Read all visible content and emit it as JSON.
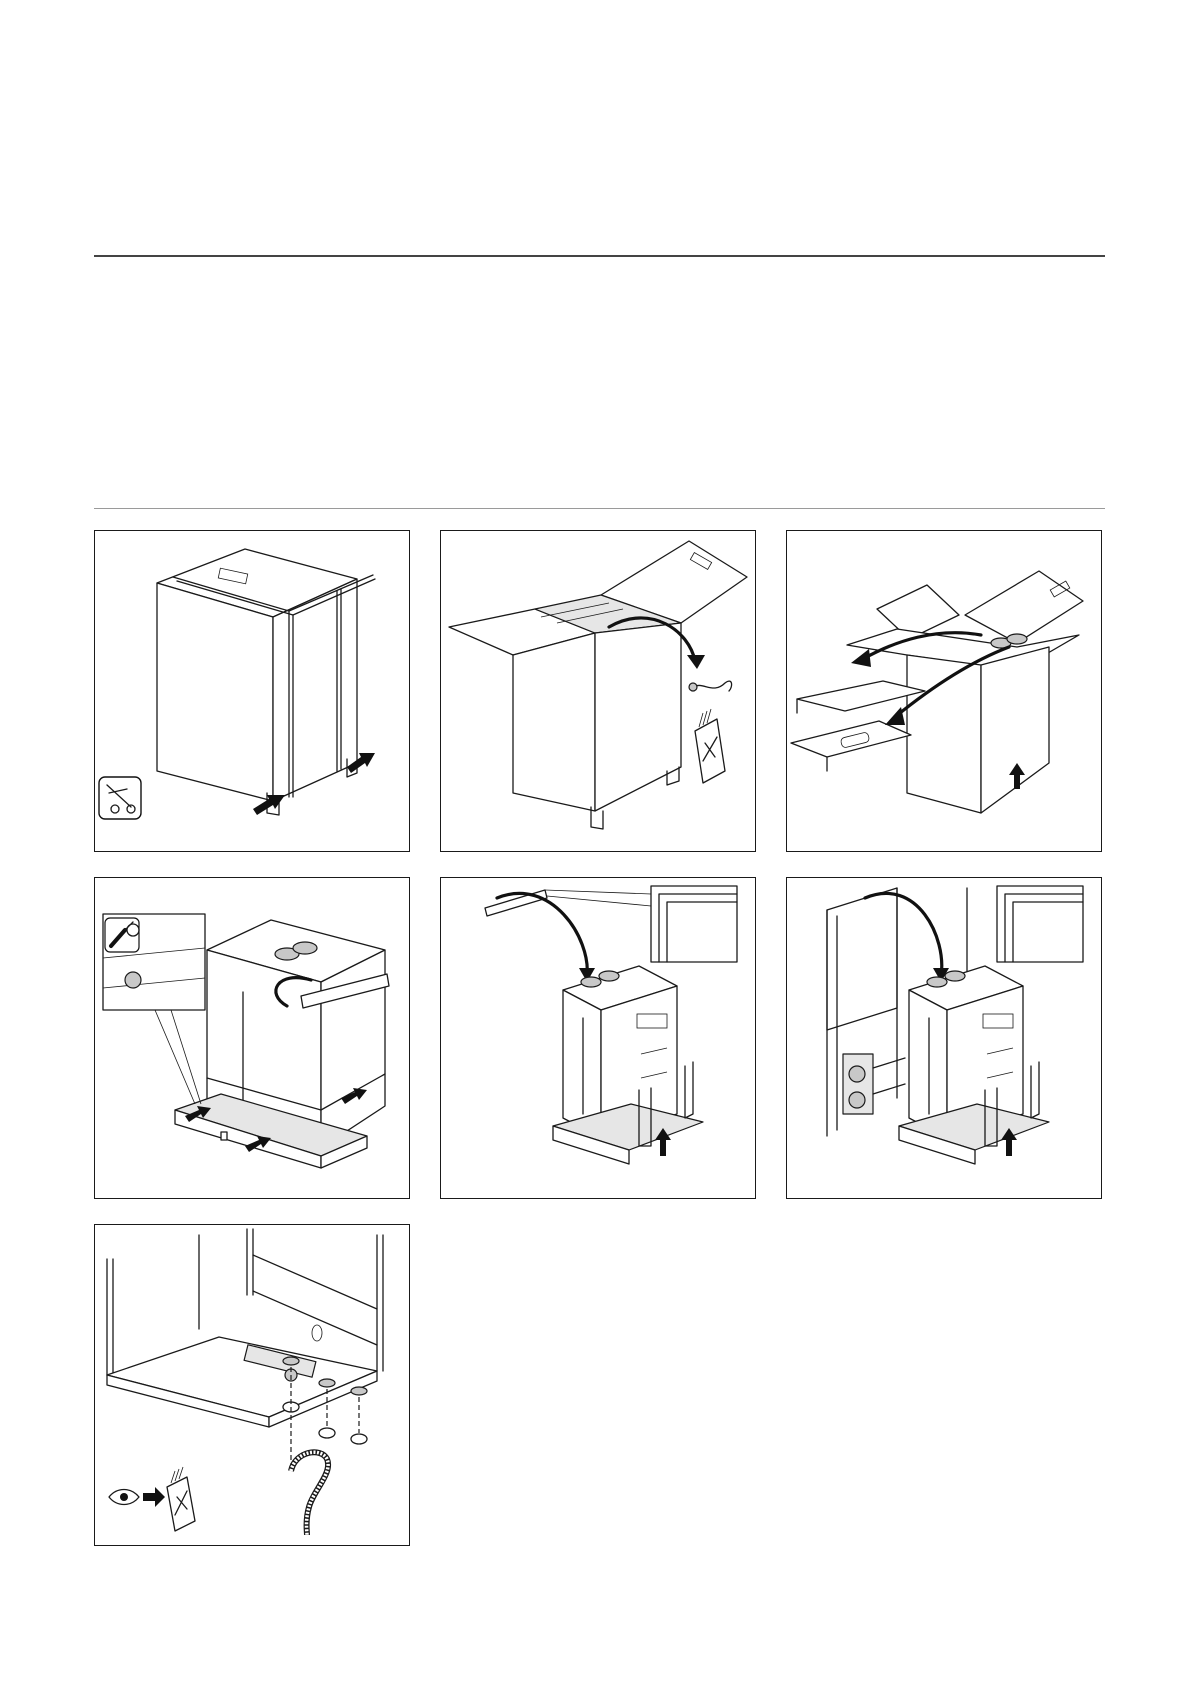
{
  "document": {
    "figures": [
      {
        "id": "unpack-step-1",
        "icon": "scissors-icon"
      },
      {
        "id": "unpack-step-2",
        "icon": "manual-icon"
      },
      {
        "id": "unpack-step-3",
        "icon": "up-arrow-icon"
      },
      {
        "id": "unpack-step-4",
        "icon": "screwdriver-icon"
      },
      {
        "id": "unpack-step-5",
        "icon": "up-arrow-icon"
      },
      {
        "id": "unpack-step-6",
        "icon": "up-arrow-icon"
      },
      {
        "id": "unpack-step-7",
        "icon": "eye-icon"
      }
    ]
  }
}
